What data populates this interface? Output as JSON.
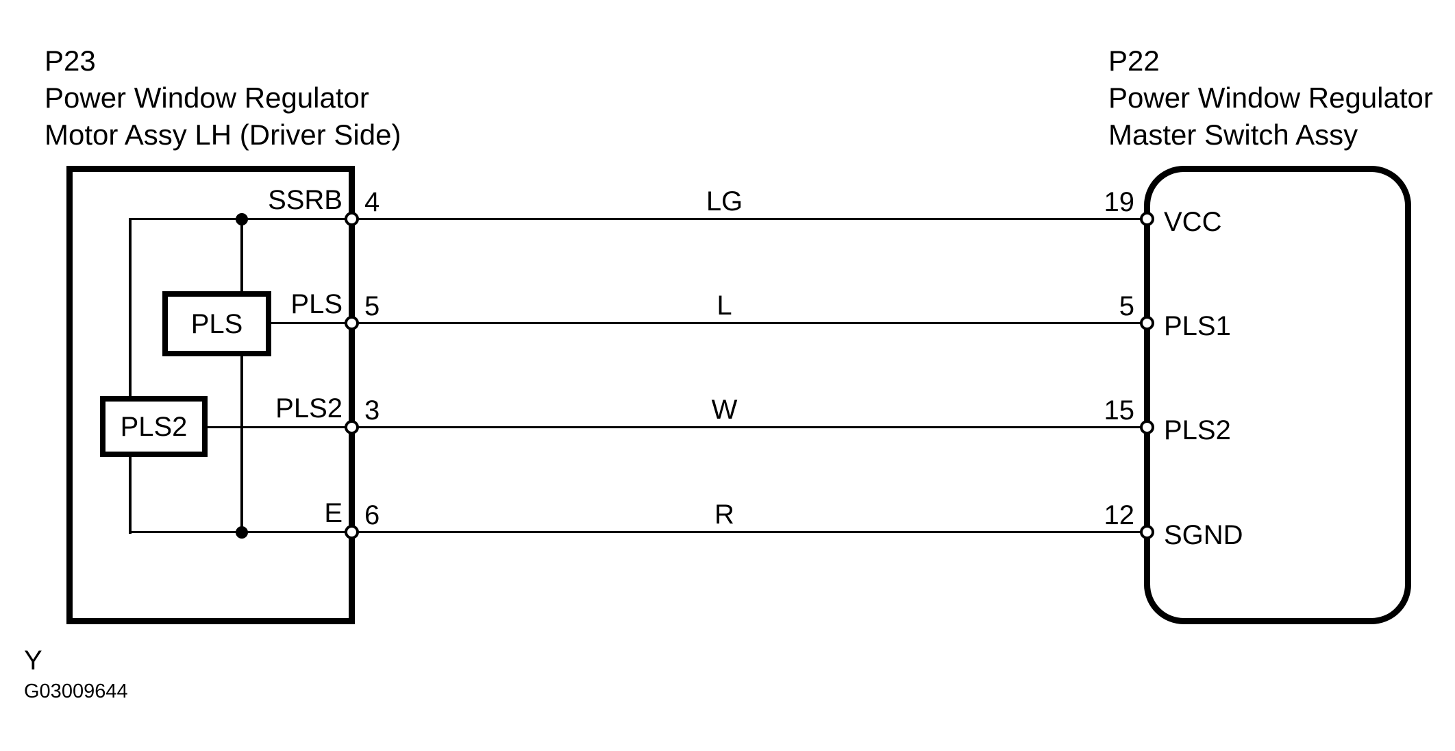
{
  "title_blocks": {
    "left": {
      "id": "P23",
      "line1": "Power Window Regulator",
      "line2": "Motor Assy LH (Driver Side)"
    },
    "right": {
      "id": "P22",
      "line1": "Power Window Regulator",
      "line2": "Master Switch Assy"
    }
  },
  "left_component_blocks": {
    "pls": {
      "label": "PLS"
    },
    "pls2": {
      "label": "PLS2"
    }
  },
  "rows": [
    {
      "left_terminal": "SSRB",
      "left_pin": "4",
      "wire_color": "LG",
      "right_pin": "19",
      "right_terminal": "VCC"
    },
    {
      "left_terminal": "PLS",
      "left_pin": "5",
      "wire_color": "L",
      "right_pin": "5",
      "right_terminal": "PLS1"
    },
    {
      "left_terminal": "PLS2",
      "left_pin": "3",
      "wire_color": "W",
      "right_pin": "15",
      "right_terminal": "PLS2"
    },
    {
      "left_terminal": "E",
      "left_pin": "6",
      "wire_color": "R",
      "right_pin": "12",
      "right_terminal": "SGND"
    }
  ],
  "footer": {
    "wire_color_note": "Y",
    "figure_id": "G03009644"
  },
  "colors": {
    "ink": "#000000",
    "paper": "#ffffff"
  }
}
